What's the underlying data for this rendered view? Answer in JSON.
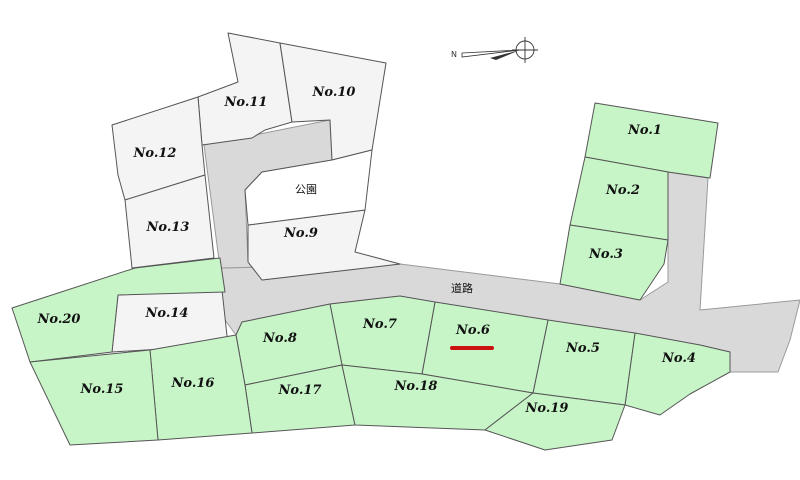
{
  "colors": {
    "available": "#c8f5c8",
    "sold": "#f4f4f4",
    "road": "#d9d9d9",
    "park": "#ffffff",
    "marker": "#cc1111"
  },
  "compass": {
    "north_letter": "N"
  },
  "road": {
    "label": "道路"
  },
  "park": {
    "label": "公園"
  },
  "lots": {
    "no1": {
      "label": "No.1",
      "status": "available"
    },
    "no2": {
      "label": "No.2",
      "status": "available"
    },
    "no3": {
      "label": "No.3",
      "status": "available"
    },
    "no4": {
      "label": "No.4",
      "status": "available"
    },
    "no5": {
      "label": "No.5",
      "status": "available"
    },
    "no6": {
      "label": "No.6",
      "status": "available",
      "highlighted": true
    },
    "no7": {
      "label": "No.7",
      "status": "available"
    },
    "no8": {
      "label": "No.8",
      "status": "available"
    },
    "no9": {
      "label": "No.9",
      "status": "sold"
    },
    "no10": {
      "label": "No.10",
      "status": "sold"
    },
    "no11": {
      "label": "No.11",
      "status": "sold"
    },
    "no12": {
      "label": "No.12",
      "status": "sold"
    },
    "no13": {
      "label": "No.13",
      "status": "sold"
    },
    "no14": {
      "label": "No.14",
      "status": "sold"
    },
    "no15": {
      "label": "No.15",
      "status": "available"
    },
    "no16": {
      "label": "No.16",
      "status": "available"
    },
    "no17": {
      "label": "No.17",
      "status": "available"
    },
    "no18": {
      "label": "No.18",
      "status": "available"
    },
    "no19": {
      "label": "No.19",
      "status": "available"
    },
    "no20": {
      "label": "No.20",
      "status": "available"
    }
  }
}
